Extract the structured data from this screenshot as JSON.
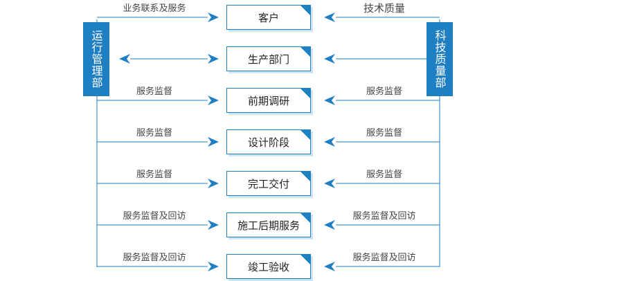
{
  "departments": {
    "left": "运行管理部",
    "right": "科技质量部"
  },
  "stages": [
    {
      "name": "客户",
      "left_label": "业务联系及服务",
      "right_label": "技术质量"
    },
    {
      "name": "生产部门",
      "left_label": "",
      "right_label": ""
    },
    {
      "name": "前期调研",
      "left_label": "服务监督",
      "right_label": "服务监督"
    },
    {
      "name": "设计阶段",
      "left_label": "服务监督",
      "right_label": "服务监督"
    },
    {
      "name": "完工交付",
      "left_label": "服务监督",
      "right_label": "服务监督"
    },
    {
      "name": "施工后期服务",
      "left_label": "服务监督及回访",
      "right_label": "服务监督及回访"
    },
    {
      "name": "竣工验收",
      "left_label": "服务监督及回访",
      "right_label": "服务监督及回访"
    }
  ],
  "colors": {
    "accent": "#1f7fc3",
    "line": "#1f7fc3"
  }
}
